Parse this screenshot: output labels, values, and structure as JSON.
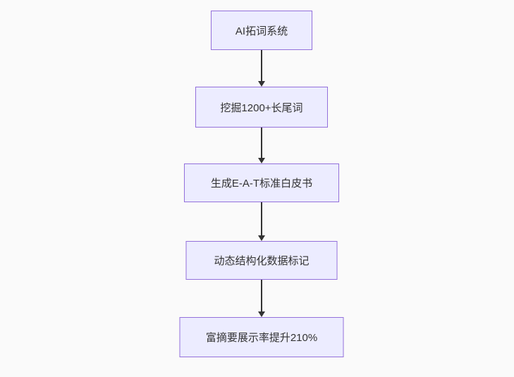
{
  "diagram": {
    "type": "flowchart",
    "direction": "top-down",
    "background": "#fafafa",
    "node_style": {
      "fill": "#ececff",
      "border": "#9370db",
      "text_color": "#333333"
    },
    "edge_style": {
      "color": "#333333",
      "arrowhead": "filled-triangle"
    },
    "nodes": [
      {
        "label": "AI拓词系统"
      },
      {
        "label": "挖掘1200+长尾词"
      },
      {
        "label": "生成E-A-T标准白皮书"
      },
      {
        "label": "动态结构化数据标记"
      },
      {
        "label": "富摘要展示率提升210%"
      }
    ],
    "edges": [
      {
        "from": 0,
        "to": 1
      },
      {
        "from": 1,
        "to": 2
      },
      {
        "from": 2,
        "to": 3
      },
      {
        "from": 3,
        "to": 4
      }
    ]
  }
}
